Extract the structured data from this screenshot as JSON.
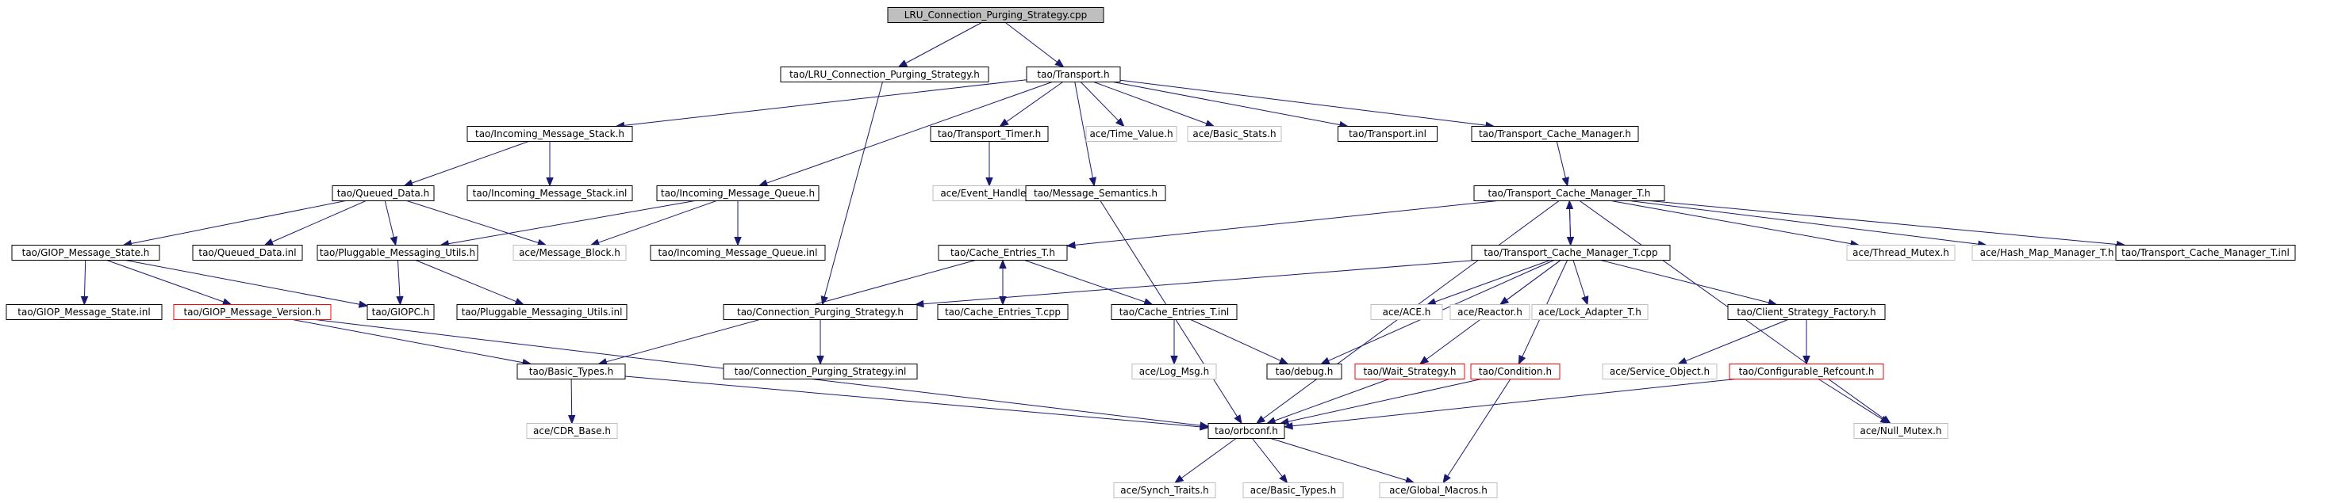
{
  "colors": {
    "edge": "#191970",
    "border_default": "#000000",
    "border_ext": "#bfbfbf",
    "border_red": "#ff0000",
    "root_fill": "#bfbfbf",
    "node_fill": "#ffffff"
  },
  "nodes": [
    {
      "id": "n0",
      "label": "LRU_Connection_Purging_Strategy.cpp",
      "style": "root"
    },
    {
      "id": "n1",
      "label": "tao/LRU_Connection_Purging_Strategy.h",
      "style": "default"
    },
    {
      "id": "n2",
      "label": "tao/Transport.h",
      "style": "default"
    },
    {
      "id": "n3",
      "label": "tao/Incoming_Message_Stack.h",
      "style": "default"
    },
    {
      "id": "n4",
      "label": "tao/Transport_Timer.h",
      "style": "default"
    },
    {
      "id": "n5",
      "label": "ace/Time_Value.h",
      "style": "ext"
    },
    {
      "id": "n6",
      "label": "ace/Basic_Stats.h",
      "style": "ext"
    },
    {
      "id": "n7",
      "label": "tao/Transport.inl",
      "style": "default"
    },
    {
      "id": "n8",
      "label": "tao/Transport_Cache_Manager.h",
      "style": "default"
    },
    {
      "id": "n9",
      "label": "tao/Queued_Data.h",
      "style": "default"
    },
    {
      "id": "n10",
      "label": "tao/Incoming_Message_Stack.inl",
      "style": "default"
    },
    {
      "id": "n11",
      "label": "tao/Incoming_Message_Queue.h",
      "style": "default"
    },
    {
      "id": "n12",
      "label": "ace/Event_Handler.h",
      "style": "ext"
    },
    {
      "id": "n13",
      "label": "tao/Message_Semantics.h",
      "style": "default"
    },
    {
      "id": "n14",
      "label": "tao/Transport_Cache_Manager_T.h",
      "style": "default"
    },
    {
      "id": "n15",
      "label": "tao/GIOP_Message_State.h",
      "style": "default"
    },
    {
      "id": "n16",
      "label": "tao/Queued_Data.inl",
      "style": "default"
    },
    {
      "id": "n17",
      "label": "tao/Pluggable_Messaging_Utils.h",
      "style": "default"
    },
    {
      "id": "n18",
      "label": "ace/Message_Block.h",
      "style": "ext"
    },
    {
      "id": "n19",
      "label": "tao/Incoming_Message_Queue.inl",
      "style": "default"
    },
    {
      "id": "n20",
      "label": "tao/Cache_Entries_T.h",
      "style": "default"
    },
    {
      "id": "n21",
      "label": "tao/Transport_Cache_Manager_T.cpp",
      "style": "default"
    },
    {
      "id": "n22",
      "label": "ace/Thread_Mutex.h",
      "style": "ext"
    },
    {
      "id": "n23",
      "label": "ace/Hash_Map_Manager_T.h",
      "style": "ext"
    },
    {
      "id": "n24",
      "label": "tao/Transport_Cache_Manager_T.inl",
      "style": "default"
    },
    {
      "id": "n25",
      "label": "tao/GIOP_Message_State.inl",
      "style": "default"
    },
    {
      "id": "n26",
      "label": "tao/GIOP_Message_Version.h",
      "style": "red"
    },
    {
      "id": "n27",
      "label": "tao/GIOPC.h",
      "style": "default"
    },
    {
      "id": "n28",
      "label": "tao/Pluggable_Messaging_Utils.inl",
      "style": "default"
    },
    {
      "id": "n29",
      "label": "tao/Connection_Purging_Strategy.h",
      "style": "default"
    },
    {
      "id": "n30",
      "label": "tao/Cache_Entries_T.cpp",
      "style": "default"
    },
    {
      "id": "n31",
      "label": "tao/Cache_Entries_T.inl",
      "style": "default"
    },
    {
      "id": "n32",
      "label": "ace/ACE.h",
      "style": "ext"
    },
    {
      "id": "n33",
      "label": "ace/Reactor.h",
      "style": "ext"
    },
    {
      "id": "n34",
      "label": "ace/Lock_Adapter_T.h",
      "style": "ext"
    },
    {
      "id": "n35",
      "label": "tao/Client_Strategy_Factory.h",
      "style": "default"
    },
    {
      "id": "n36",
      "label": "tao/Basic_Types.h",
      "style": "default"
    },
    {
      "id": "n37",
      "label": "tao/Connection_Purging_Strategy.inl",
      "style": "default"
    },
    {
      "id": "n38",
      "label": "ace/Log_Msg.h",
      "style": "ext"
    },
    {
      "id": "n39",
      "label": "tao/debug.h",
      "style": "default"
    },
    {
      "id": "n40",
      "label": "tao/Wait_Strategy.h",
      "style": "red"
    },
    {
      "id": "n41",
      "label": "tao/Condition.h",
      "style": "red"
    },
    {
      "id": "n42",
      "label": "ace/Service_Object.h",
      "style": "ext"
    },
    {
      "id": "n43",
      "label": "tao/Configurable_Refcount.h",
      "style": "red"
    },
    {
      "id": "n44",
      "label": "ace/CDR_Base.h",
      "style": "ext"
    },
    {
      "id": "n45",
      "label": "tao/orbconf.h",
      "style": "default"
    },
    {
      "id": "n46",
      "label": "ace/Null_Mutex.h",
      "style": "ext"
    },
    {
      "id": "n47",
      "label": "ace/Synch_Traits.h",
      "style": "ext"
    },
    {
      "id": "n48",
      "label": "ace/Basic_Types.h",
      "style": "ext"
    },
    {
      "id": "n49",
      "label": "ace/Global_Macros.h",
      "style": "ext"
    }
  ],
  "edges": [
    [
      "n0",
      "n1"
    ],
    [
      "n0",
      "n2"
    ],
    [
      "n1",
      "n29"
    ],
    [
      "n2",
      "n3"
    ],
    [
      "n2",
      "n4"
    ],
    [
      "n2",
      "n5"
    ],
    [
      "n2",
      "n6"
    ],
    [
      "n2",
      "n7"
    ],
    [
      "n2",
      "n8"
    ],
    [
      "n2",
      "n11"
    ],
    [
      "n2",
      "n13"
    ],
    [
      "n3",
      "n9"
    ],
    [
      "n3",
      "n10"
    ],
    [
      "n4",
      "n12"
    ],
    [
      "n8",
      "n14"
    ],
    [
      "n9",
      "n15"
    ],
    [
      "n9",
      "n16"
    ],
    [
      "n9",
      "n17"
    ],
    [
      "n9",
      "n18"
    ],
    [
      "n11",
      "n17"
    ],
    [
      "n11",
      "n18"
    ],
    [
      "n11",
      "n19"
    ],
    [
      "n13",
      "n45"
    ],
    [
      "n14",
      "n20"
    ],
    [
      "n14",
      "n21"
    ],
    [
      "n14",
      "n22"
    ],
    [
      "n14",
      "n23"
    ],
    [
      "n14",
      "n24"
    ],
    [
      "n14",
      "n45"
    ],
    [
      "n14",
      "n46"
    ],
    [
      "n15",
      "n25"
    ],
    [
      "n15",
      "n26"
    ],
    [
      "n15",
      "n27"
    ],
    [
      "n17",
      "n27"
    ],
    [
      "n17",
      "n28"
    ],
    [
      "n20",
      "n30"
    ],
    [
      "n20",
      "n31"
    ],
    [
      "n20",
      "n36"
    ],
    [
      "n30",
      "n20"
    ],
    [
      "n21",
      "n14"
    ],
    [
      "n21",
      "n29"
    ],
    [
      "n21",
      "n32"
    ],
    [
      "n21",
      "n33"
    ],
    [
      "n21",
      "n34"
    ],
    [
      "n21",
      "n35"
    ],
    [
      "n21",
      "n39"
    ],
    [
      "n21",
      "n40"
    ],
    [
      "n21",
      "n41"
    ],
    [
      "n26",
      "n36"
    ],
    [
      "n26",
      "n45"
    ],
    [
      "n29",
      "n37"
    ],
    [
      "n31",
      "n38"
    ],
    [
      "n31",
      "n39"
    ],
    [
      "n35",
      "n42"
    ],
    [
      "n35",
      "n43"
    ],
    [
      "n36",
      "n44"
    ],
    [
      "n36",
      "n45"
    ],
    [
      "n40",
      "n45"
    ],
    [
      "n41",
      "n45"
    ],
    [
      "n41",
      "n49"
    ],
    [
      "n43",
      "n45"
    ],
    [
      "n43",
      "n46"
    ],
    [
      "n45",
      "n47"
    ],
    [
      "n45",
      "n48"
    ],
    [
      "n45",
      "n49"
    ]
  ]
}
